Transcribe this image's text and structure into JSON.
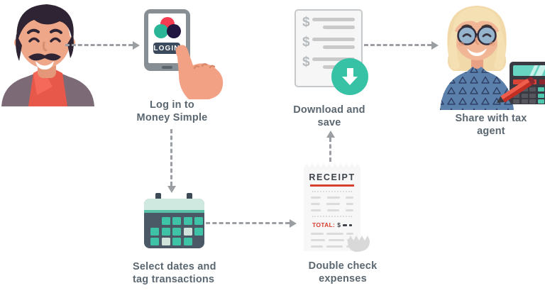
{
  "palette": {
    "label-text": "#5b6770",
    "arrow": "#9b9fa3",
    "teal": "#38c2a5",
    "mint": "#cfe9e0",
    "slate": "#4b5866",
    "btn-navy": "#3b4a5c",
    "coral": "#e8584a",
    "logo-red": "#f43b4f",
    "logo-teal": "#2bb597",
    "logo-navy": "#201640",
    "receipt-red": "#d7402f"
  },
  "steps": {
    "login": {
      "line1": "Log in to",
      "line2": "Money Simple"
    },
    "download": {
      "line1": "Download and",
      "line2": "save"
    },
    "share": {
      "line1": "Share with tax",
      "line2": "agent"
    },
    "select": {
      "line1": "Select dates and",
      "line2": "tag transactions"
    },
    "check": {
      "line1": "Double check",
      "line2": "expenses"
    }
  },
  "tablet": {
    "login_button_label": "LOGIN"
  },
  "document": {
    "dollar_rows": [
      "$",
      "$",
      "$"
    ]
  },
  "receipt": {
    "title": "RECEIPT",
    "total_label": "TOTAL:",
    "total_currency": "$"
  },
  "calendar": {
    "grid": [
      [
        0,
        1,
        1,
        1,
        1
      ],
      [
        1,
        1,
        1,
        2,
        1
      ],
      [
        1,
        2,
        1,
        1,
        0
      ]
    ]
  },
  "icons": {
    "download_badge": "arrow-down-circle",
    "login_logo": "three-overlapping-circles",
    "page_curl": "curled-corner"
  }
}
